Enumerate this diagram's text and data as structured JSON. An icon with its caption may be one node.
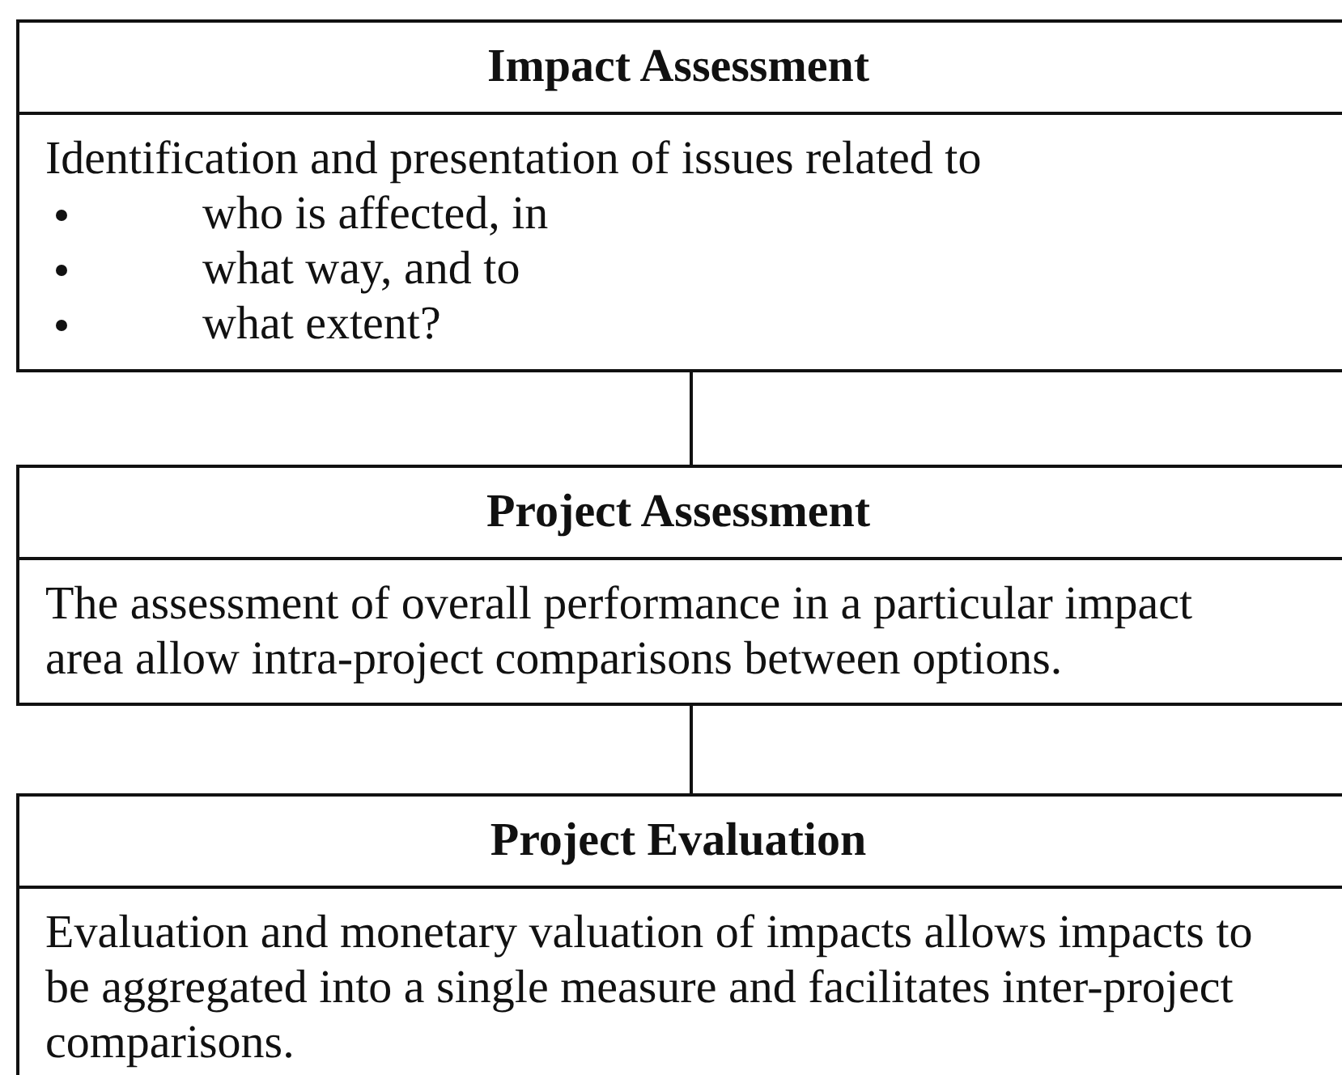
{
  "diagram": {
    "nodes": [
      {
        "text": [
          "Impact Assessment",
          "Identification and presentation of issues related to",
          "who is affected, in",
          "what way, and to",
          "what extent?"
        ]
      },
      {
        "text": [
          "Project Assessment",
          "The assessment of overall performance in a particular impact area allow intra-project comparisons between options."
        ]
      },
      {
        "text": [
          "Project Evaluation",
          "Evaluation and monetary valuation of impacts allows impacts to be aggregated into a single measure and facilitates inter-project comparisons."
        ]
      }
    ],
    "edges": [
      {
        "from": 0,
        "to": 1,
        "arrow": "none"
      },
      {
        "from": 1,
        "to": 2,
        "arrow": "none"
      }
    ]
  }
}
